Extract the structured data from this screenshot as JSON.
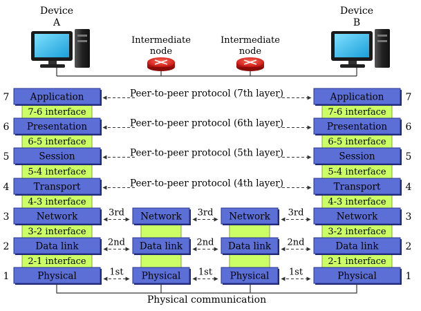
{
  "devices": {
    "a": {
      "line1": "Device",
      "line2": "A"
    },
    "b": {
      "line1": "Device",
      "line2": "B"
    }
  },
  "intermediate_nodes": [
    {
      "line1": "Intermediate",
      "line2": "node"
    },
    {
      "line1": "Intermediate",
      "line2": "node"
    }
  ],
  "layers": [
    {
      "number": "7",
      "name": "Application"
    },
    {
      "number": "6",
      "name": "Presentation"
    },
    {
      "number": "5",
      "name": "Session"
    },
    {
      "number": "4",
      "name": "Transport"
    },
    {
      "number": "3",
      "name": "Network"
    },
    {
      "number": "2",
      "name": "Data link"
    },
    {
      "number": "1",
      "name": "Physical"
    }
  ],
  "interfaces": [
    "7-6 interface",
    "6-5 interface",
    "5-4 interface",
    "4-3 interface",
    "3-2 interface",
    "2-1 interface"
  ],
  "protocols": [
    "Peer-to-peer protocol (7th layer)",
    "Peer-to-peer protocol (6th layer)",
    "Peer-to-peer protocol (5th layer)",
    "Peer-to-peer protocol (4th layer)"
  ],
  "hop_labels": {
    "network": "3rd",
    "datalink": "2nd",
    "physical": "1st"
  },
  "physical_communication": "Physical communication",
  "colors": {
    "layer_box": "#5b6fd6",
    "layer_border": "#2a3590",
    "interface_box": "#ccff66",
    "interface_border": "#6f8f1f",
    "node_red": "#e8241f",
    "monitor_screen": "#36c0f0"
  }
}
